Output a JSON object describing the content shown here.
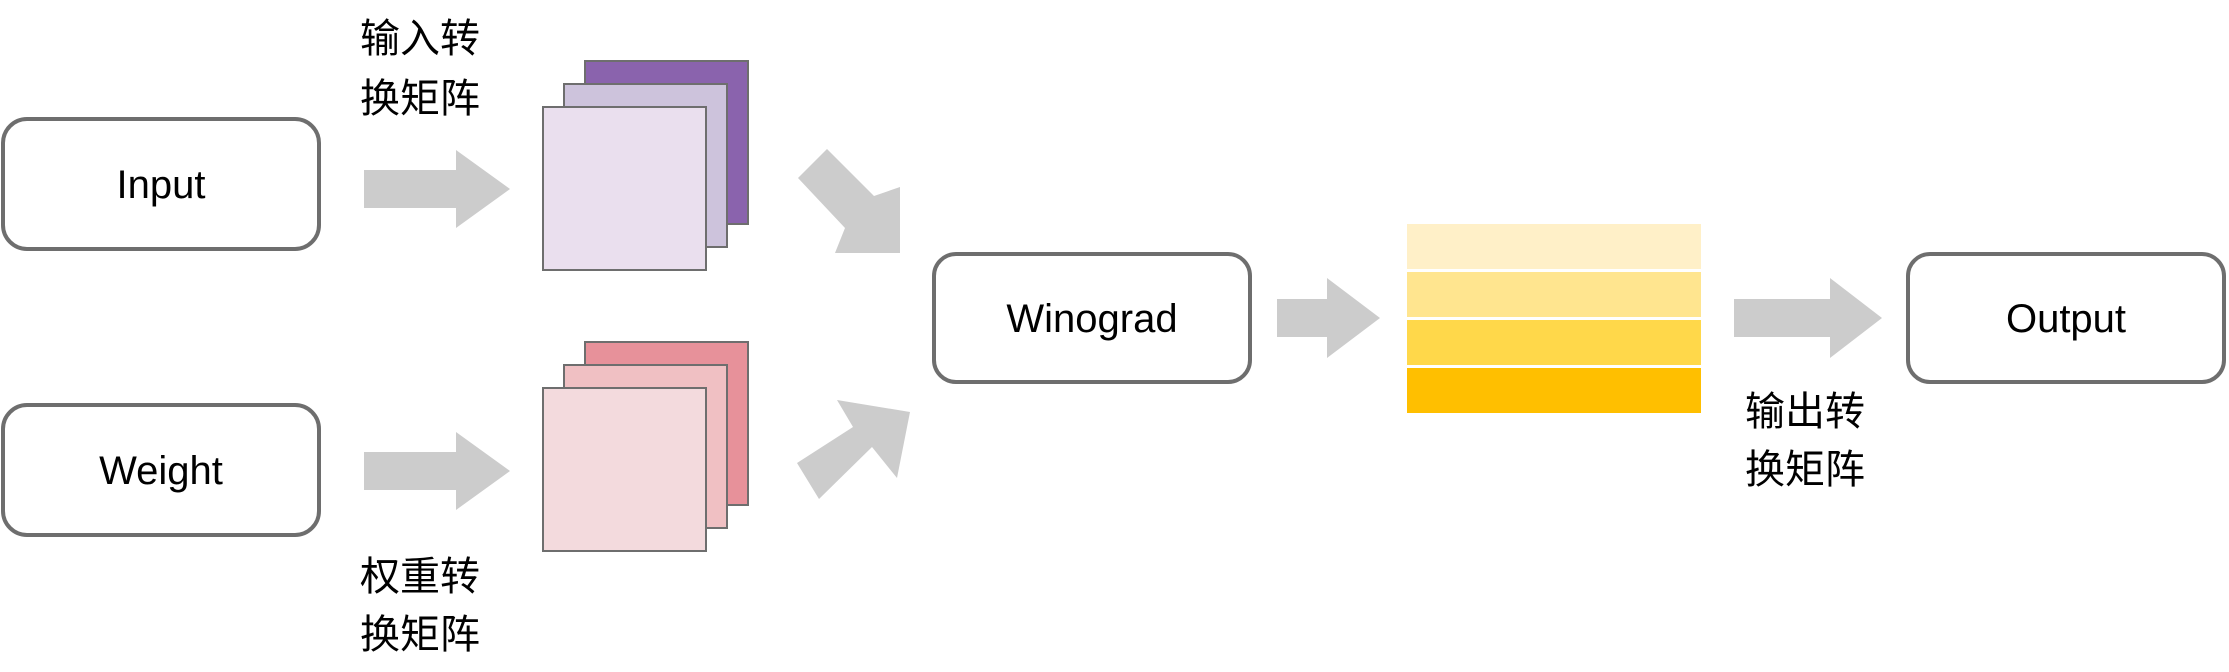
{
  "nodes": {
    "input": "Input",
    "weight": "Weight",
    "winograd": "Winograd",
    "output": "Output"
  },
  "labels": {
    "input_transform_line1": "输入转",
    "input_transform_line2": "换矩阵",
    "weight_transform_line1": "权重转",
    "weight_transform_line2": "换矩阵",
    "output_transform_line1": "输出转",
    "output_transform_line2": "换矩阵"
  },
  "colors": {
    "arrow": "#cccccc",
    "box_border": "#6e6e6e",
    "input_stack": [
      "#8a63ad",
      "#cdc3dc",
      "#eadfee"
    ],
    "weight_stack": [
      "#e7919a",
      "#f0c0c3",
      "#f3dadd"
    ],
    "output_bands": [
      "#fff0c8",
      "#ffe58f",
      "#ffd84a",
      "#ffbf00"
    ]
  }
}
